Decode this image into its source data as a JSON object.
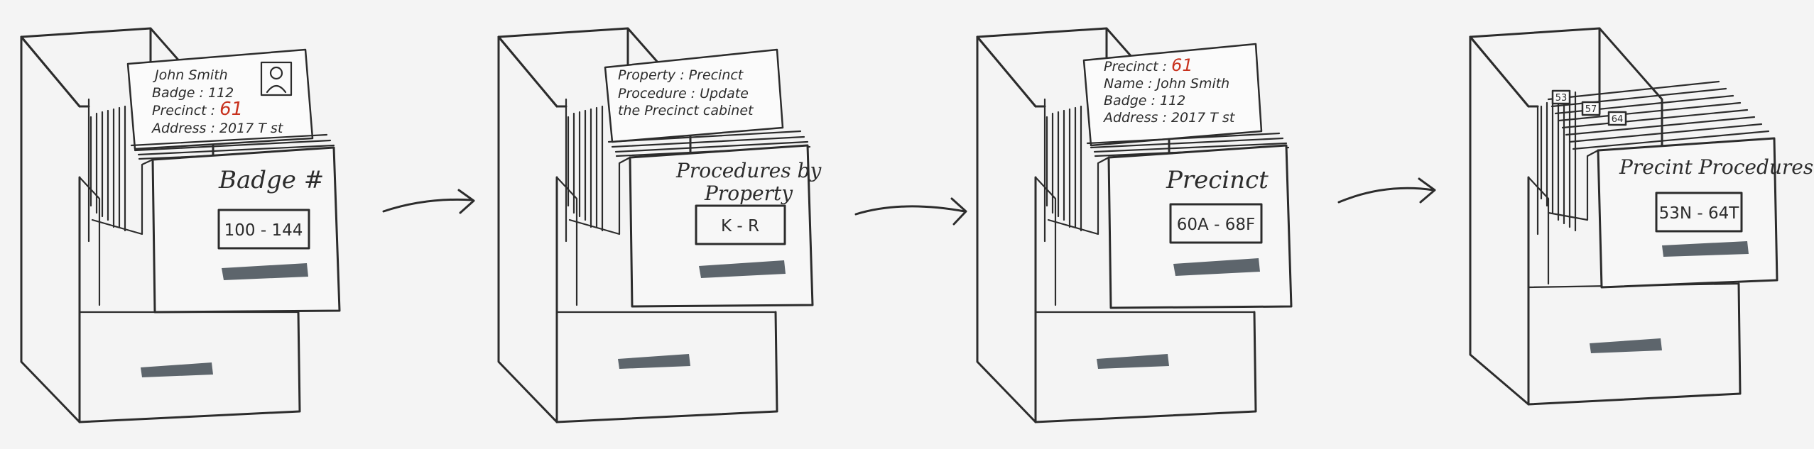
{
  "panels": [
    {
      "drawer_title": [
        "Badge #"
      ],
      "drawer_label": "100 - 144",
      "card_lines": [
        {
          "key": "John Smith",
          "value": "",
          "red": false
        },
        {
          "key": "Badge : 112",
          "value": "",
          "red": false
        },
        {
          "key": "Precinct : ",
          "value": "61",
          "red": true
        },
        {
          "key": "Address : 2017 T st",
          "value": "",
          "red": false
        }
      ]
    },
    {
      "drawer_title": [
        "Procedures by",
        "Property"
      ],
      "drawer_label": "K - R",
      "card_lines": [
        {
          "key": "Property : Precinct",
          "value": "",
          "red": false
        },
        {
          "key": "Procedure : Update",
          "value": "",
          "red": false
        },
        {
          "key": "the Precinct cabinet",
          "value": "",
          "red": false
        }
      ]
    },
    {
      "drawer_title": [
        "Precinct"
      ],
      "drawer_label": "60A - 68F",
      "card_lines": [
        {
          "key": "Precinct : ",
          "value": "61",
          "red": true
        },
        {
          "key": "Name : John Smith",
          "value": "",
          "red": false
        },
        {
          "key": "Badge : 112",
          "value": "",
          "red": false
        },
        {
          "key": "Address : 2017 T st",
          "value": "",
          "red": false
        }
      ]
    },
    {
      "drawer_title": [
        "Precint Procedures"
      ],
      "drawer_label": "53N - 64T",
      "tabs": [
        "53",
        "57",
        "64"
      ]
    }
  ],
  "colors": {
    "ink": "#2c2c2c",
    "red": "#c8321e",
    "handle": "#5d656c",
    "background": "#f4f4f4"
  }
}
